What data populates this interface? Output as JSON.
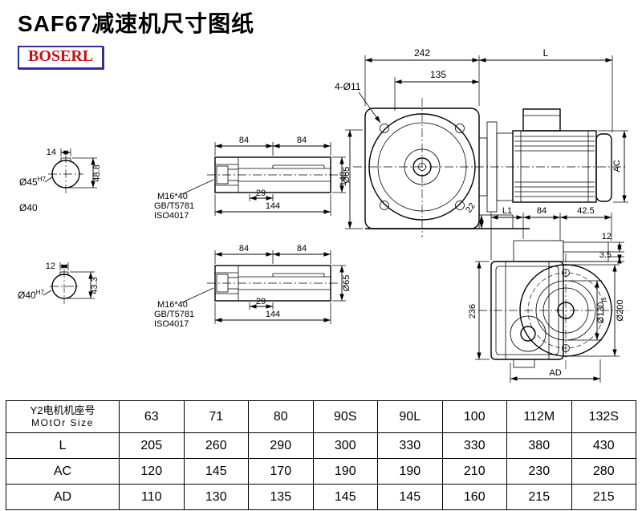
{
  "page": {
    "title": "SAF67减速机尺寸图纸",
    "logo": "BOSERL"
  },
  "front_view": {
    "dim_width": "242",
    "dim_motor_len": "L",
    "dim_flange": "135",
    "holes": "4-Ø11",
    "dim_height": "140",
    "dim_foot": "22",
    "dim_ac": "AC"
  },
  "side_view": {
    "dim_l1": "L1",
    "dim_84": "84",
    "dim_42_5": "42.5",
    "dim_12": "12",
    "dim_3_5": "3.5",
    "dim_height": "236",
    "spigot": "Ø130",
    "spigot_tol": "js",
    "flange_od": "Ø200",
    "dim_ad": "AD"
  },
  "shaft_end_1": {
    "key_width": "14",
    "key_depth": "48.8",
    "dia": "Ø45",
    "tol": "H7"
  },
  "shaft_mid_label": "Ø40",
  "shaft_end_2": {
    "key_width": "12",
    "key_depth": "43.3",
    "dia": "Ø40",
    "tol": "H7"
  },
  "shaft_side_1": {
    "seg1": "84",
    "seg2": "84",
    "key_len": "29",
    "total_len": "144",
    "dia": "Ø65",
    "thread": "M16*40",
    "std1": "GB/T5781",
    "std2": "ISO4017"
  },
  "shaft_side_2": {
    "seg1": "84",
    "seg2": "84",
    "key_len": "29",
    "total_len": "144",
    "dia": "Ø65",
    "thread": "M16*40",
    "std1": "GB/T5781",
    "std2": "ISO4017"
  },
  "table": {
    "header_label_line1": "Y2电机机座号",
    "header_label_line2": "MOtOr Size",
    "header_values": [
      "63",
      "71",
      "80",
      "90S",
      "90L",
      "100",
      "112M",
      "132S"
    ],
    "rows": [
      {
        "label": "L",
        "values": [
          "205",
          "260",
          "290",
          "300",
          "330",
          "330",
          "380",
          "430"
        ]
      },
      {
        "label": "AC",
        "values": [
          "120",
          "145",
          "170",
          "190",
          "190",
          "210",
          "230",
          "280"
        ]
      },
      {
        "label": "AD",
        "values": [
          "110",
          "130",
          "135",
          "145",
          "145",
          "160",
          "215",
          "215"
        ]
      }
    ]
  }
}
